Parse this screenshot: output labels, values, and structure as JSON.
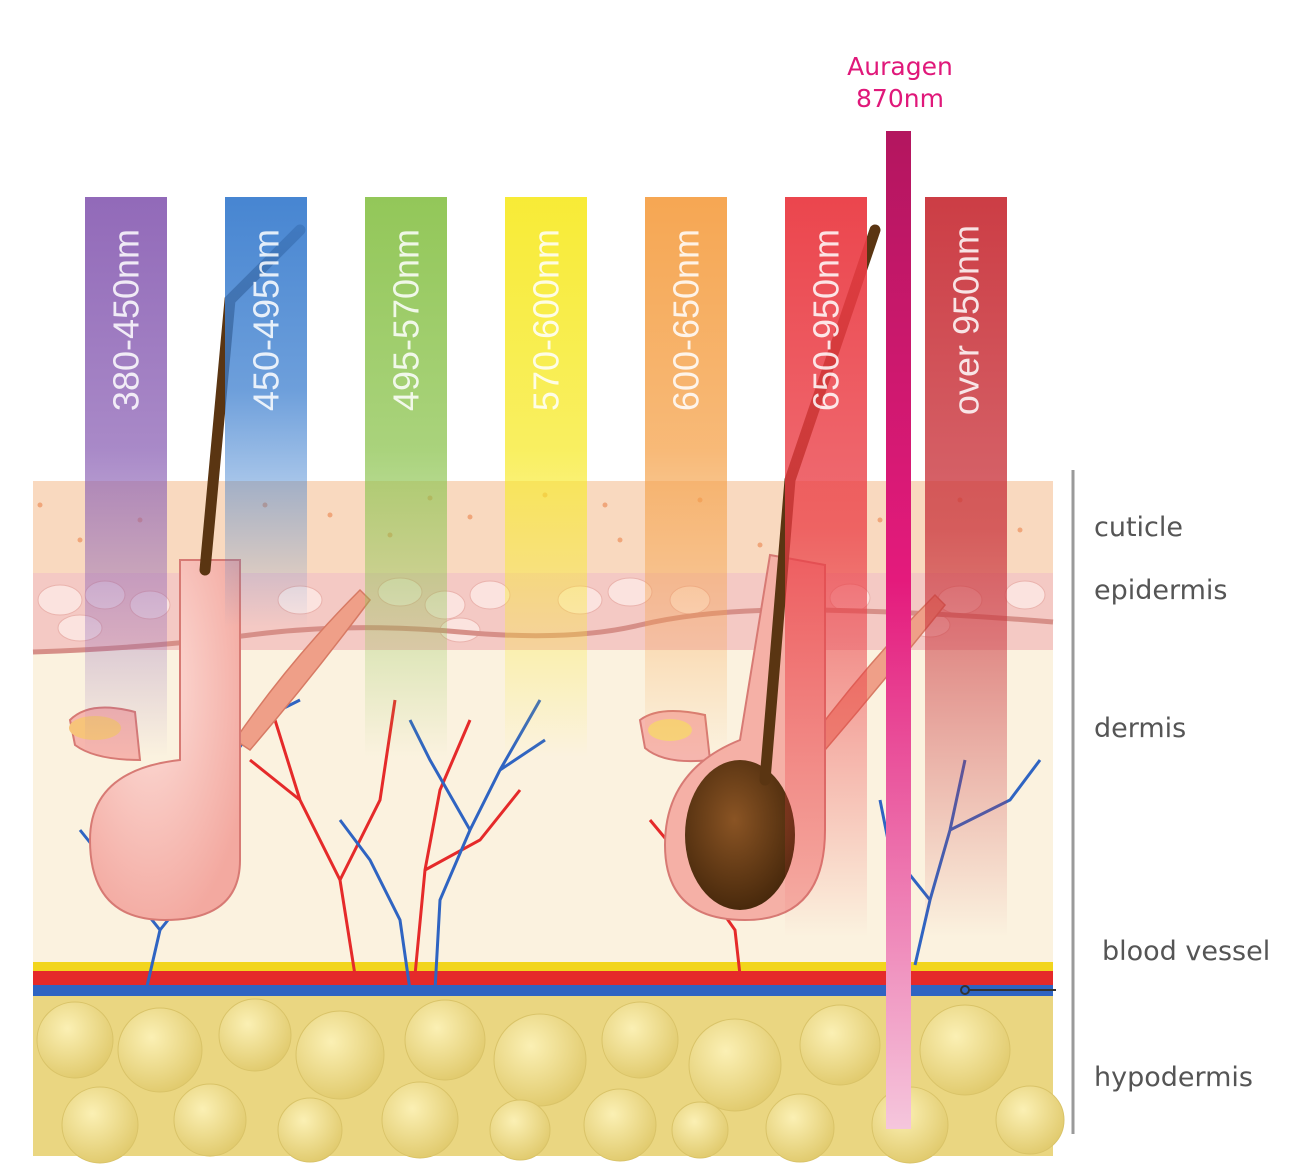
{
  "product": {
    "name": "Auragen",
    "wavelength": "870nm",
    "color": "#e0187a"
  },
  "bands": [
    {
      "label": "380-450nm",
      "color": "#8c62b5"
    },
    {
      "label": "450-495nm",
      "color": "#3d7fcf"
    },
    {
      "label": "495-570nm",
      "color": "#8dc450"
    },
    {
      "label": "570-600nm",
      "color": "#f7ea2c"
    },
    {
      "label": "600-650nm",
      "color": "#f5a24a"
    },
    {
      "label": "650-950nm",
      "color": "#ea3c44"
    },
    {
      "label": "over  950nm",
      "color": "#c9333b"
    }
  ],
  "layers": [
    {
      "label": "cuticle"
    },
    {
      "label": "epidermis"
    },
    {
      "label": "dermis"
    },
    {
      "label": "blood vessel"
    },
    {
      "label": "hypodermis"
    }
  ],
  "colors": {
    "cuticle": "#f9d9bf",
    "epidermis": "#f4c9c4",
    "dermis": "#fbf2df",
    "fat": "#ecd98a",
    "artery": "#e52a2a",
    "vein": "#2f64c2",
    "label_text": "#555555"
  }
}
